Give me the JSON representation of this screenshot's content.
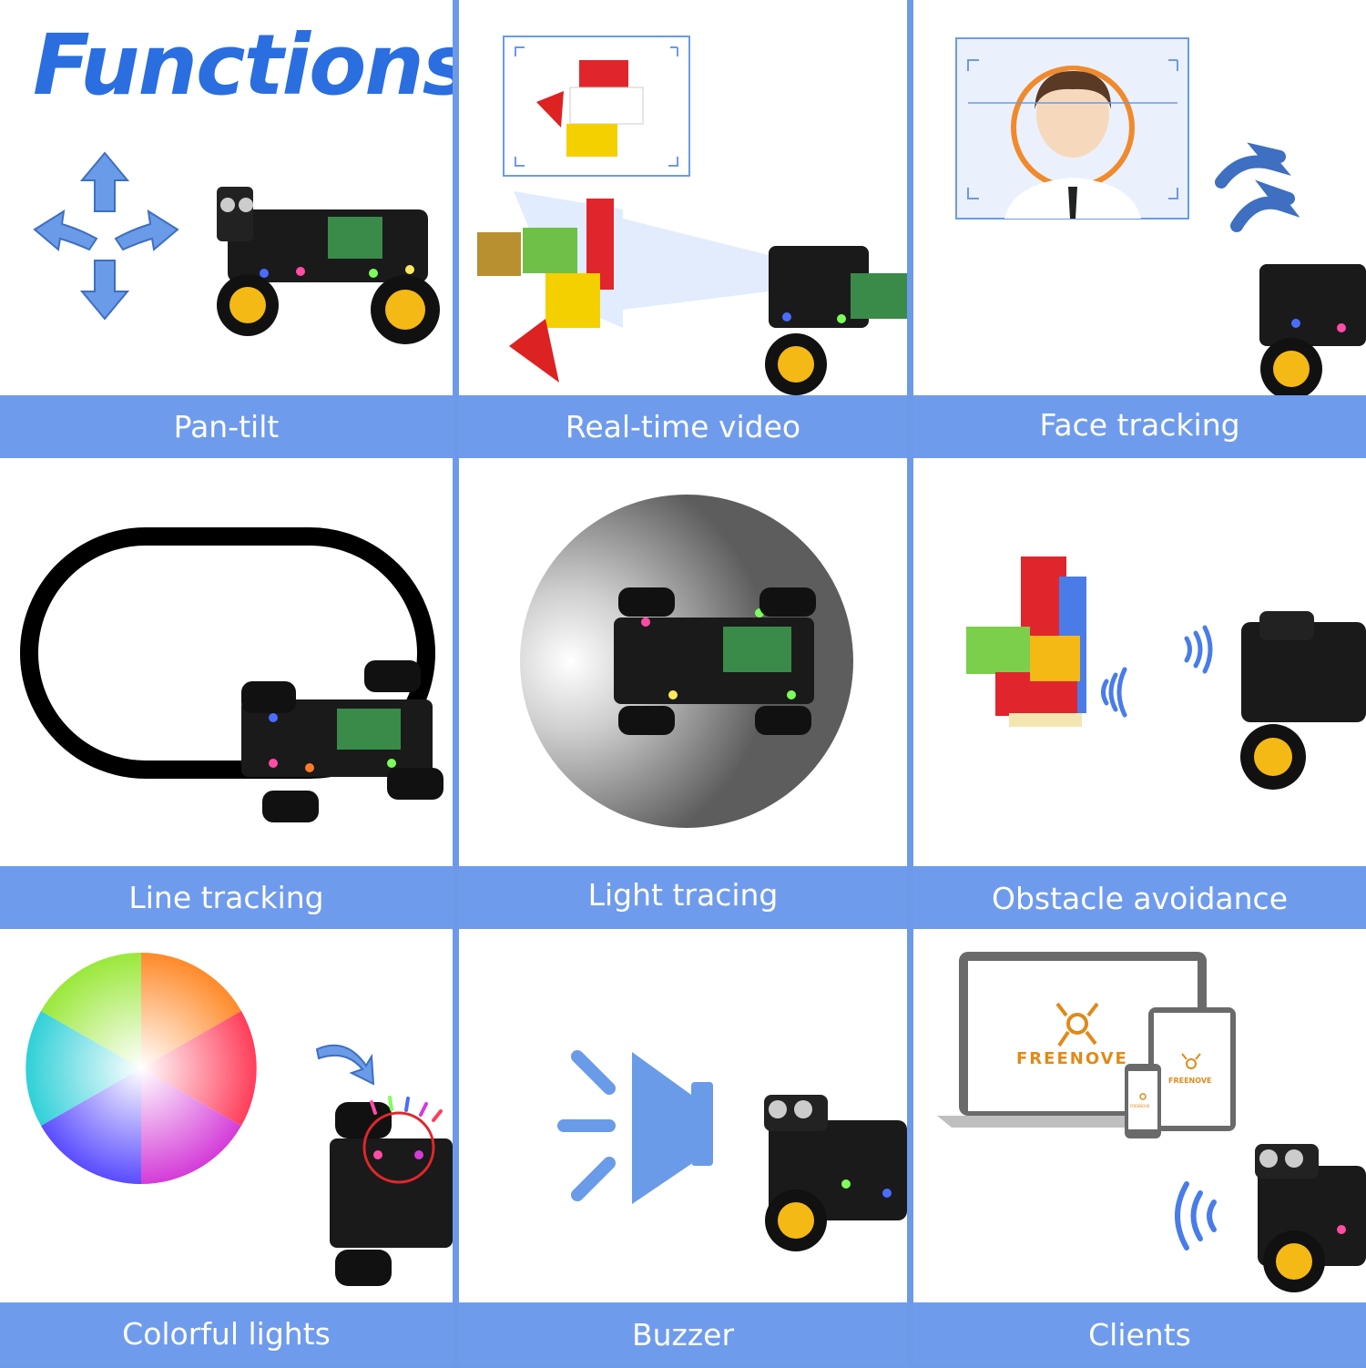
{
  "title": "Functions",
  "features": [
    {
      "label": "Pan-tilt"
    },
    {
      "label": "Real-time video"
    },
    {
      "label": "Face tracking"
    },
    {
      "label": "Line tracking"
    },
    {
      "label": "Light tracing"
    },
    {
      "label": "Obstacle avoidance"
    },
    {
      "label": "Colorful lights"
    },
    {
      "label": "Buzzer"
    },
    {
      "label": "Clients"
    }
  ],
  "brand": "FREENOVE",
  "colors": {
    "accent": "#6f9bec",
    "title": "#2a6ee0",
    "icon": "#6a9be8",
    "wheel": "#f5b915",
    "face_ring": "#f08a2c"
  },
  "icons": [
    "arrow-cross-icon",
    "speaker-icon",
    "wifi-signal-icon",
    "car-robot-icon",
    "laptop-icon",
    "tablet-icon",
    "phone-icon"
  ]
}
